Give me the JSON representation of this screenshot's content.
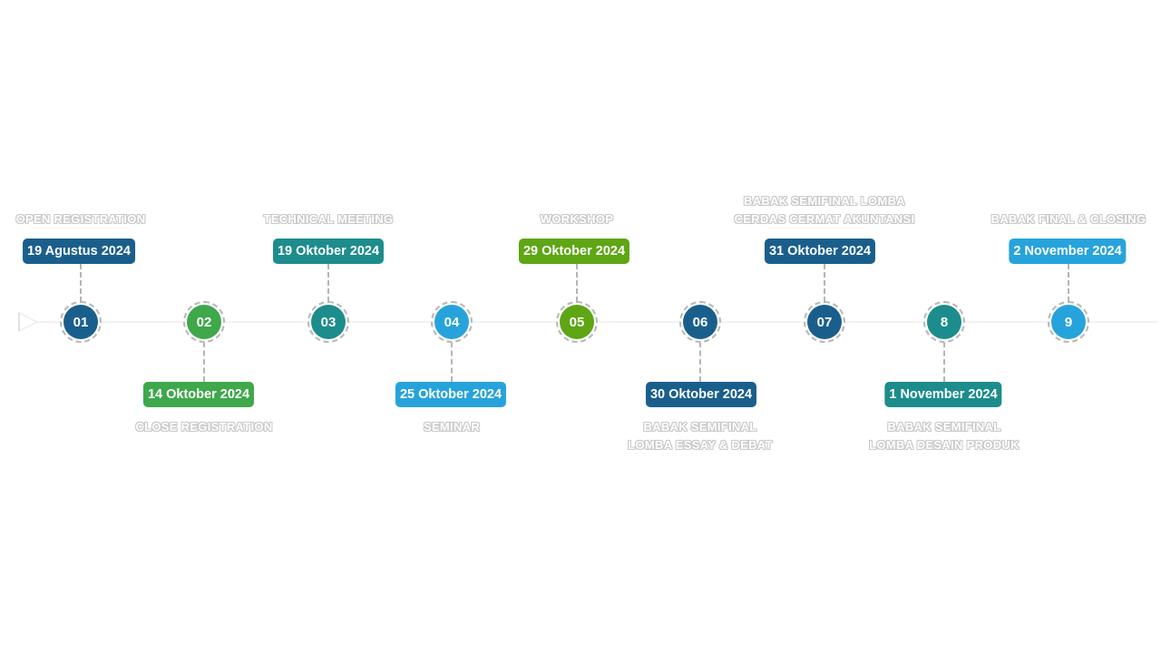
{
  "colors": {
    "dark_blue": "#1a5f8c",
    "green": "#3ea84b",
    "teal": "#1d8c8c",
    "sky_blue": "#27a3dc",
    "lime_green": "#5ea614",
    "connector": "#b5b5b5",
    "title_outline": "#c9c9c9"
  },
  "events": [
    {
      "number": "01",
      "date": "19 Agustus 2024",
      "title": [
        "OPEN REGISTRATION"
      ],
      "color": "#1a5f8c",
      "side": "above"
    },
    {
      "number": "02",
      "date": "14 Oktober 2024",
      "title": [
        "CLOSE REGISTRATION"
      ],
      "color": "#3ea84b",
      "side": "below"
    },
    {
      "number": "03",
      "date": "19 Oktober 2024",
      "title": [
        "TECHNICAL MEETING"
      ],
      "color": "#1d8c8c",
      "side": "above"
    },
    {
      "number": "04",
      "date": "25 Oktober 2024",
      "title": [
        "SEMINAR"
      ],
      "color": "#27a3dc",
      "side": "below"
    },
    {
      "number": "05",
      "date": "29 Oktober 2024",
      "title": [
        "WORKSHOP"
      ],
      "color": "#5ea614",
      "side": "above"
    },
    {
      "number": "06",
      "date": "30 Oktober 2024",
      "title": [
        "BABAK SEMIFINAL",
        "LOMBA ESSAY & DEBAT"
      ],
      "color": "#1a5f8c",
      "side": "below"
    },
    {
      "number": "07",
      "date": "31 Oktober 2024",
      "title": [
        "BABAK SEMIFINAL LOMBA",
        "CERDAS CERMAT AKUNTANSI"
      ],
      "color": "#1a5f8c",
      "side": "above"
    },
    {
      "number": "8",
      "date": "1 November 2024",
      "title": [
        "BABAK SEMIFINAL",
        "LOMBA DESAIN PRODUK"
      ],
      "color": "#1d8c8c",
      "side": "below"
    },
    {
      "number": "9",
      "date": "2 November 2024",
      "title": [
        "BABAK FINAL & CLOSING"
      ],
      "color": "#27a3dc",
      "side": "above"
    }
  ]
}
